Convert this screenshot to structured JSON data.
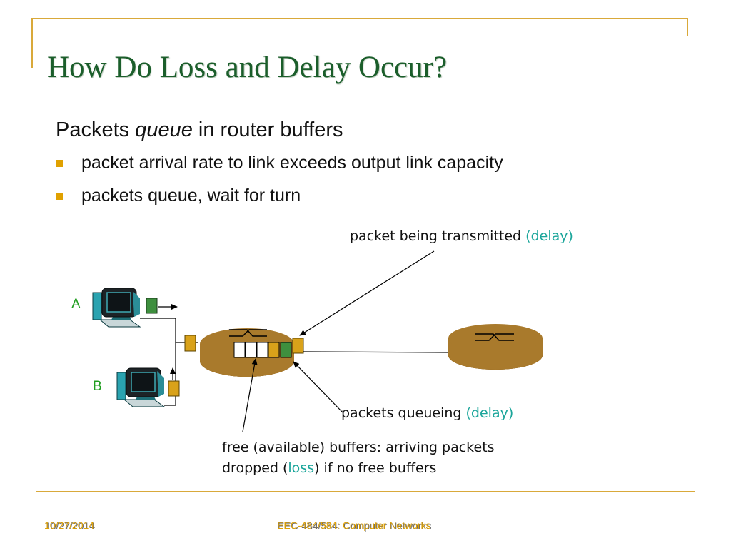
{
  "slide": {
    "title": "How Do Loss and Delay Occur?",
    "subtitle": {
      "before": "Packets ",
      "emph": "queue",
      "after": " in router buffers"
    },
    "bullets": [
      "packet arrival rate to link exceeds output link capacity",
      "packets queue, wait for turn"
    ]
  },
  "diagram": {
    "host_a": "A",
    "host_b": "B",
    "label_transmitting": {
      "text": "packet being transmitted ",
      "note": "(delay)"
    },
    "label_queueing": {
      "text": "packets queueing ",
      "note": "(delay)"
    },
    "label_free_buffers": {
      "line1": "free (available) buffers: arriving packets",
      "line2_before": "dropped (",
      "line2_emph": "loss",
      "line2_after": ") if no free buffers"
    },
    "colors": {
      "router": "#a97a2c",
      "packet_gold": "#d9a21a",
      "packet_green": "#3e8f3e",
      "accent_text": "#1aa59a",
      "host_label": "#1f9d1f"
    }
  },
  "footer": {
    "date": "10/27/2014",
    "course": "EEC-484/584: Computer Networks"
  }
}
